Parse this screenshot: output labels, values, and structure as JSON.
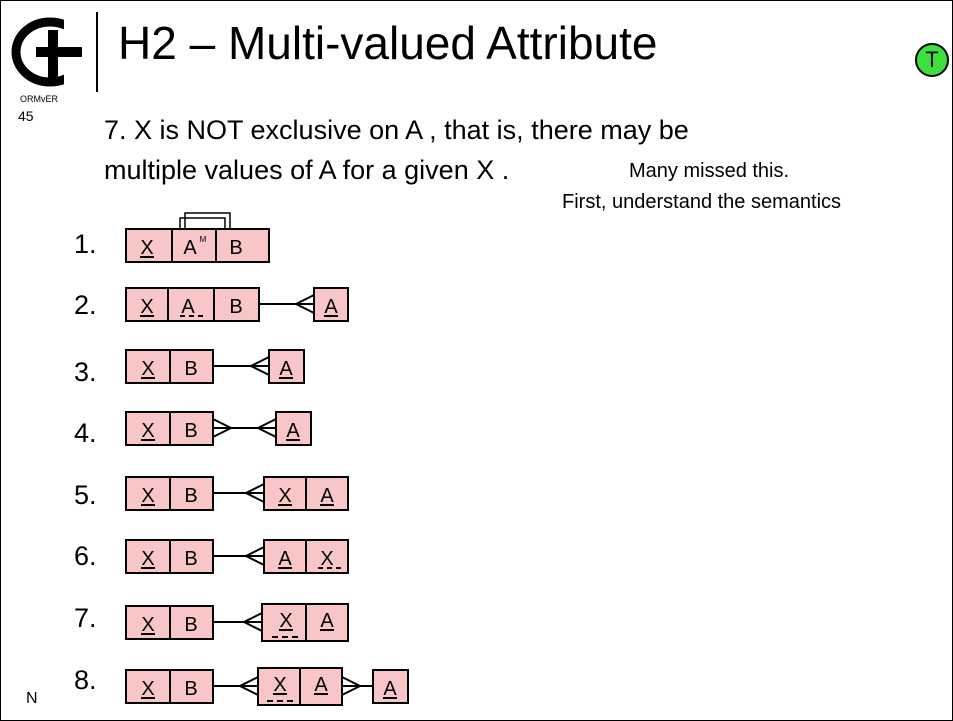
{
  "slide": {
    "title": "H2 – Multi-valued Attribute",
    "logo_sub": "ORMvER",
    "page_number": "45",
    "badge": "T",
    "corner": "N",
    "statement_line1": "7. X  is NOT exclusive on  A , that is, there may be",
    "statement_line2": "multiple values of  A  for a given  X .",
    "note1": "Many missed this.",
    "note2": "First, understand the semantics"
  },
  "options": [
    {
      "num": "1.",
      "cells": [
        "X",
        "A",
        "B"
      ],
      "superscript": "M"
    },
    {
      "num": "2.",
      "cells": [
        "X",
        "A",
        "B"
      ],
      "right": [
        "A"
      ]
    },
    {
      "num": "3.",
      "cells": [
        "X",
        "B"
      ],
      "right": [
        "A"
      ]
    },
    {
      "num": "4.",
      "cells": [
        "X",
        "B"
      ],
      "right": [
        "A"
      ]
    },
    {
      "num": "5.",
      "cells": [
        "X",
        "B"
      ],
      "right": [
        "X",
        "A"
      ]
    },
    {
      "num": "6.",
      "cells": [
        "X",
        "B"
      ],
      "right": [
        "A",
        "X"
      ]
    },
    {
      "num": "7.",
      "cells": [
        "X",
        "B"
      ],
      "right": [
        "X",
        "A"
      ]
    },
    {
      "num": "8.",
      "cells": [
        "X",
        "B"
      ],
      "mid": [
        "X",
        "A"
      ],
      "right": [
        "A"
      ]
    }
  ],
  "colors": {
    "box_fill": "#f8c6c6",
    "badge": "#3ee03e"
  }
}
